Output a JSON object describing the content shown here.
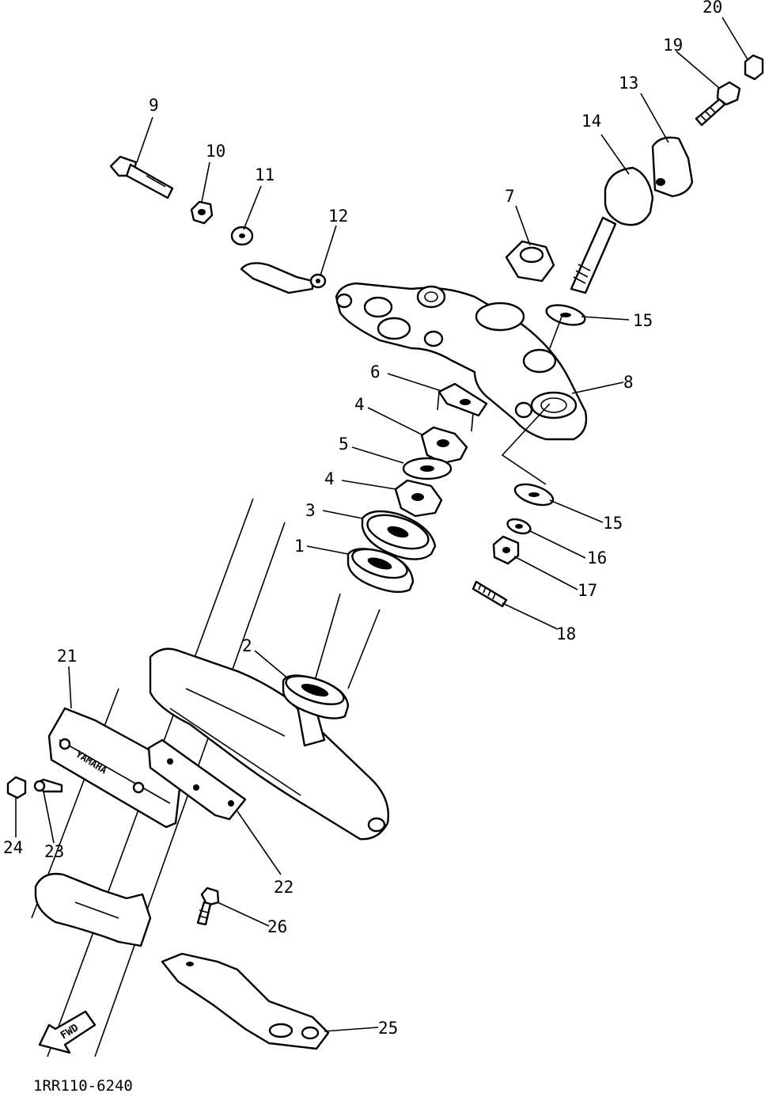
{
  "diagram": {
    "drawing_code": "1RR110-6240",
    "fwd_arrow_label": "FWD",
    "nameplate_text": "YAMAHA",
    "callouts": [
      "1",
      "2",
      "3",
      "4",
      "4",
      "5",
      "6",
      "7",
      "8",
      "9",
      "10",
      "11",
      "12",
      "13",
      "14",
      "15",
      "15",
      "16",
      "17",
      "18",
      "19",
      "20",
      "21",
      "22",
      "23",
      "24",
      "25",
      "26"
    ],
    "line_color": "#000000",
    "background_color": "#ffffff"
  }
}
